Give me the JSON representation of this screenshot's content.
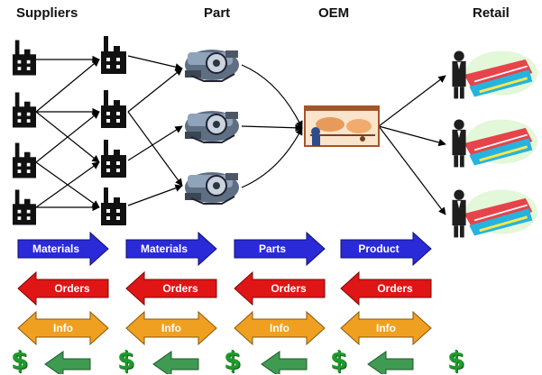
{
  "headers": {
    "suppliers": "Suppliers",
    "part": "Part",
    "oem": "OEM",
    "retail": "Retail"
  },
  "flows": {
    "materials": [
      "Materials",
      "Materials"
    ],
    "parts": "Parts",
    "product": "Product",
    "orders": [
      "Orders",
      "Orders",
      "Orders",
      "Orders"
    ],
    "info": [
      "Info",
      "Info",
      "Info",
      "Info"
    ]
  },
  "money": {
    "symbol": "$",
    "count": 5
  },
  "colors": {
    "forward_arrow": "#2a2ad8",
    "orders_arrow": "#e01515",
    "info_arrow": "#f0a020",
    "money_arrow": "#3f9a52",
    "dollar": "#1f9a2c"
  },
  "icons": {
    "supplier": "factory-icon",
    "part": "engine-icon",
    "oem": "assembly-icon",
    "retail": "car-dealer-icon"
  }
}
